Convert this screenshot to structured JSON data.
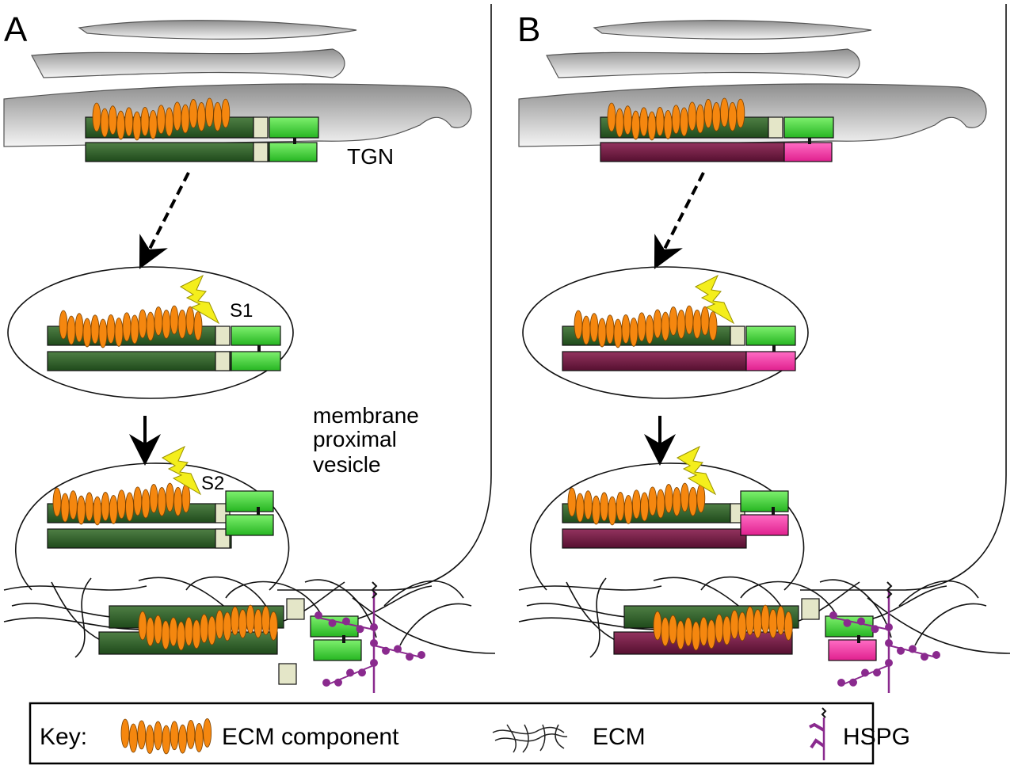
{
  "panels": {
    "a": {
      "letter": "A",
      "tgn_label": "TGN",
      "s1_label": "S1",
      "s2_label": "S2",
      "vesicle_label_lines": [
        "membrane",
        "proximal",
        "vesicle"
      ]
    },
    "b": {
      "letter": "B"
    }
  },
  "key": {
    "title": "Key:",
    "items": [
      {
        "label": "ECM component",
        "icon": "ecm-component-icon"
      },
      {
        "label": "ECM",
        "icon": "ecm-icon"
      },
      {
        "label": "HSPG",
        "icon": "hspg-icon"
      }
    ]
  },
  "colors": {
    "dark_green": "#2d5a27",
    "light_green": "#3fd43a",
    "beige": "#e4e6c8",
    "maroon": "#6e1640",
    "pink": "#f23aa8",
    "orange": "#f5870f",
    "bolt": "#f4ee1c",
    "purple": "#8a2a8e",
    "golgi_gray": "#a9a9a9"
  }
}
